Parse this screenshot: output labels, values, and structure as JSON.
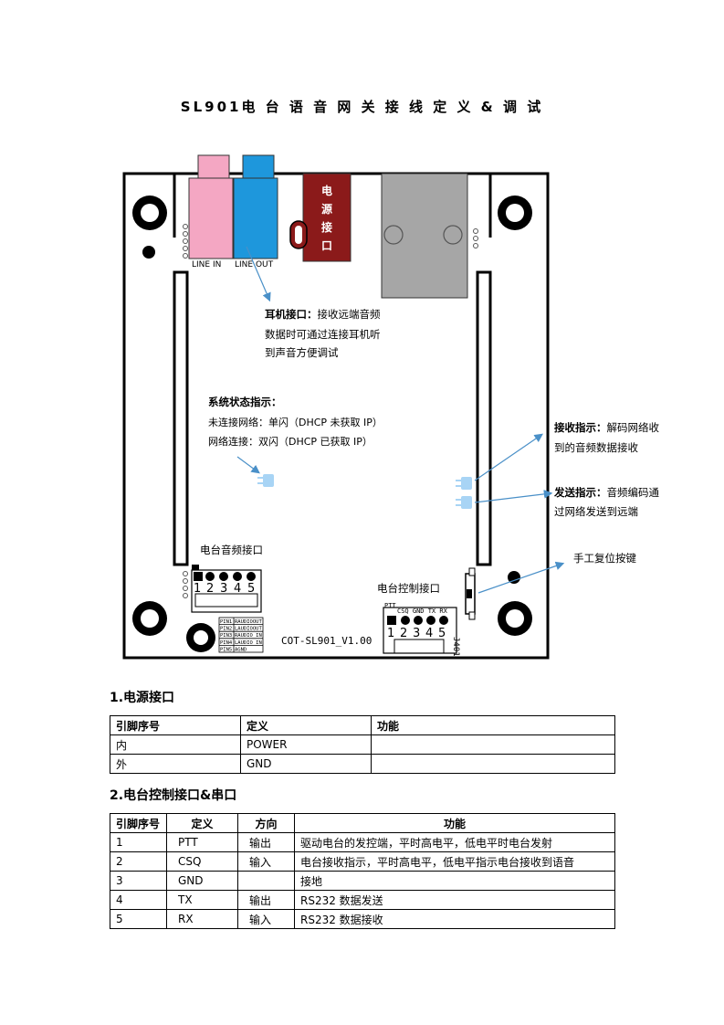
{
  "title": "SL901电 台 语 音 网 关 接 线 定 义 & 调 试",
  "board": {
    "power_label": [
      "电",
      "源",
      "接",
      "口"
    ],
    "line_in_label": "LINE IN",
    "line_out_label": "LINE OUT",
    "model_label": "COT-SL901_V1.00",
    "audio_port_label": "电台音频接口",
    "audio_pin_numbers": [
      "1",
      "2",
      "3",
      "4",
      "5"
    ],
    "audio_pin_table": [
      "PIN1",
      "PIN2",
      "PIN3",
      "PIN4",
      "PIN5"
    ],
    "audio_pin_funcs": [
      "RAUDIOOUT",
      "LAUDIOOUT",
      "RAUDIO IN",
      "LAUDIO IN",
      "AGND"
    ],
    "control_port_label": "电台控制接口",
    "control_ptt": "PTT",
    "control_signals": "CSQ GND TX RX",
    "control_pin_numbers": [
      "1",
      "2",
      "3",
      "4",
      "5"
    ],
    "connector_id": "J401"
  },
  "annotations": {
    "earphone_title": "耳机接口：",
    "earphone_lines": [
      "接收远端音频",
      "数据时可通过连接耳机听",
      "到声音方便调试"
    ],
    "status_title": "系统状态指示：",
    "status_lines": [
      "未连接网络：单闪（DHCP 未获取 IP）",
      "网络连接：双闪（DHCP 已获取 IP）"
    ],
    "rx_title": "接收指示：",
    "rx_lines": [
      "解码网络收",
      "到的音频数据接收"
    ],
    "tx_title": "发送指示：",
    "tx_lines": [
      "音频编码通",
      "过网络发送到远端"
    ],
    "reset_label": "手工复位按键"
  },
  "section1": {
    "title": "1.电源接口",
    "headers": [
      "引脚序号",
      "定义",
      "功能"
    ],
    "rows": [
      [
        "内",
        "POWER",
        ""
      ],
      [
        "外",
        "GND",
        ""
      ]
    ]
  },
  "section2": {
    "title": "2.电台控制接口&串口",
    "headers": [
      "引脚序号",
      "定义",
      "方向",
      "功能"
    ],
    "rows": [
      [
        "1",
        "PTT",
        "输出",
        "驱动电台的发控端，平时高电平，低电平时电台发射"
      ],
      [
        "2",
        "CSQ",
        "输入",
        "电台接收指示，平时高电平，低电平指示电台接收到语音"
      ],
      [
        "3",
        "GND",
        "",
        "接地"
      ],
      [
        "4",
        "TX",
        "输出",
        "RS232 数据发送"
      ],
      [
        "5",
        "RX",
        "输入",
        "RS232 数据接收"
      ]
    ]
  },
  "colors": {
    "line_in": "#f4a7c3",
    "line_out": "#1e97dc",
    "power": "#8b1a1a",
    "ethernet": "#a6a6a6",
    "led": "#a8d4f5",
    "arrow": "#4a90c8"
  }
}
